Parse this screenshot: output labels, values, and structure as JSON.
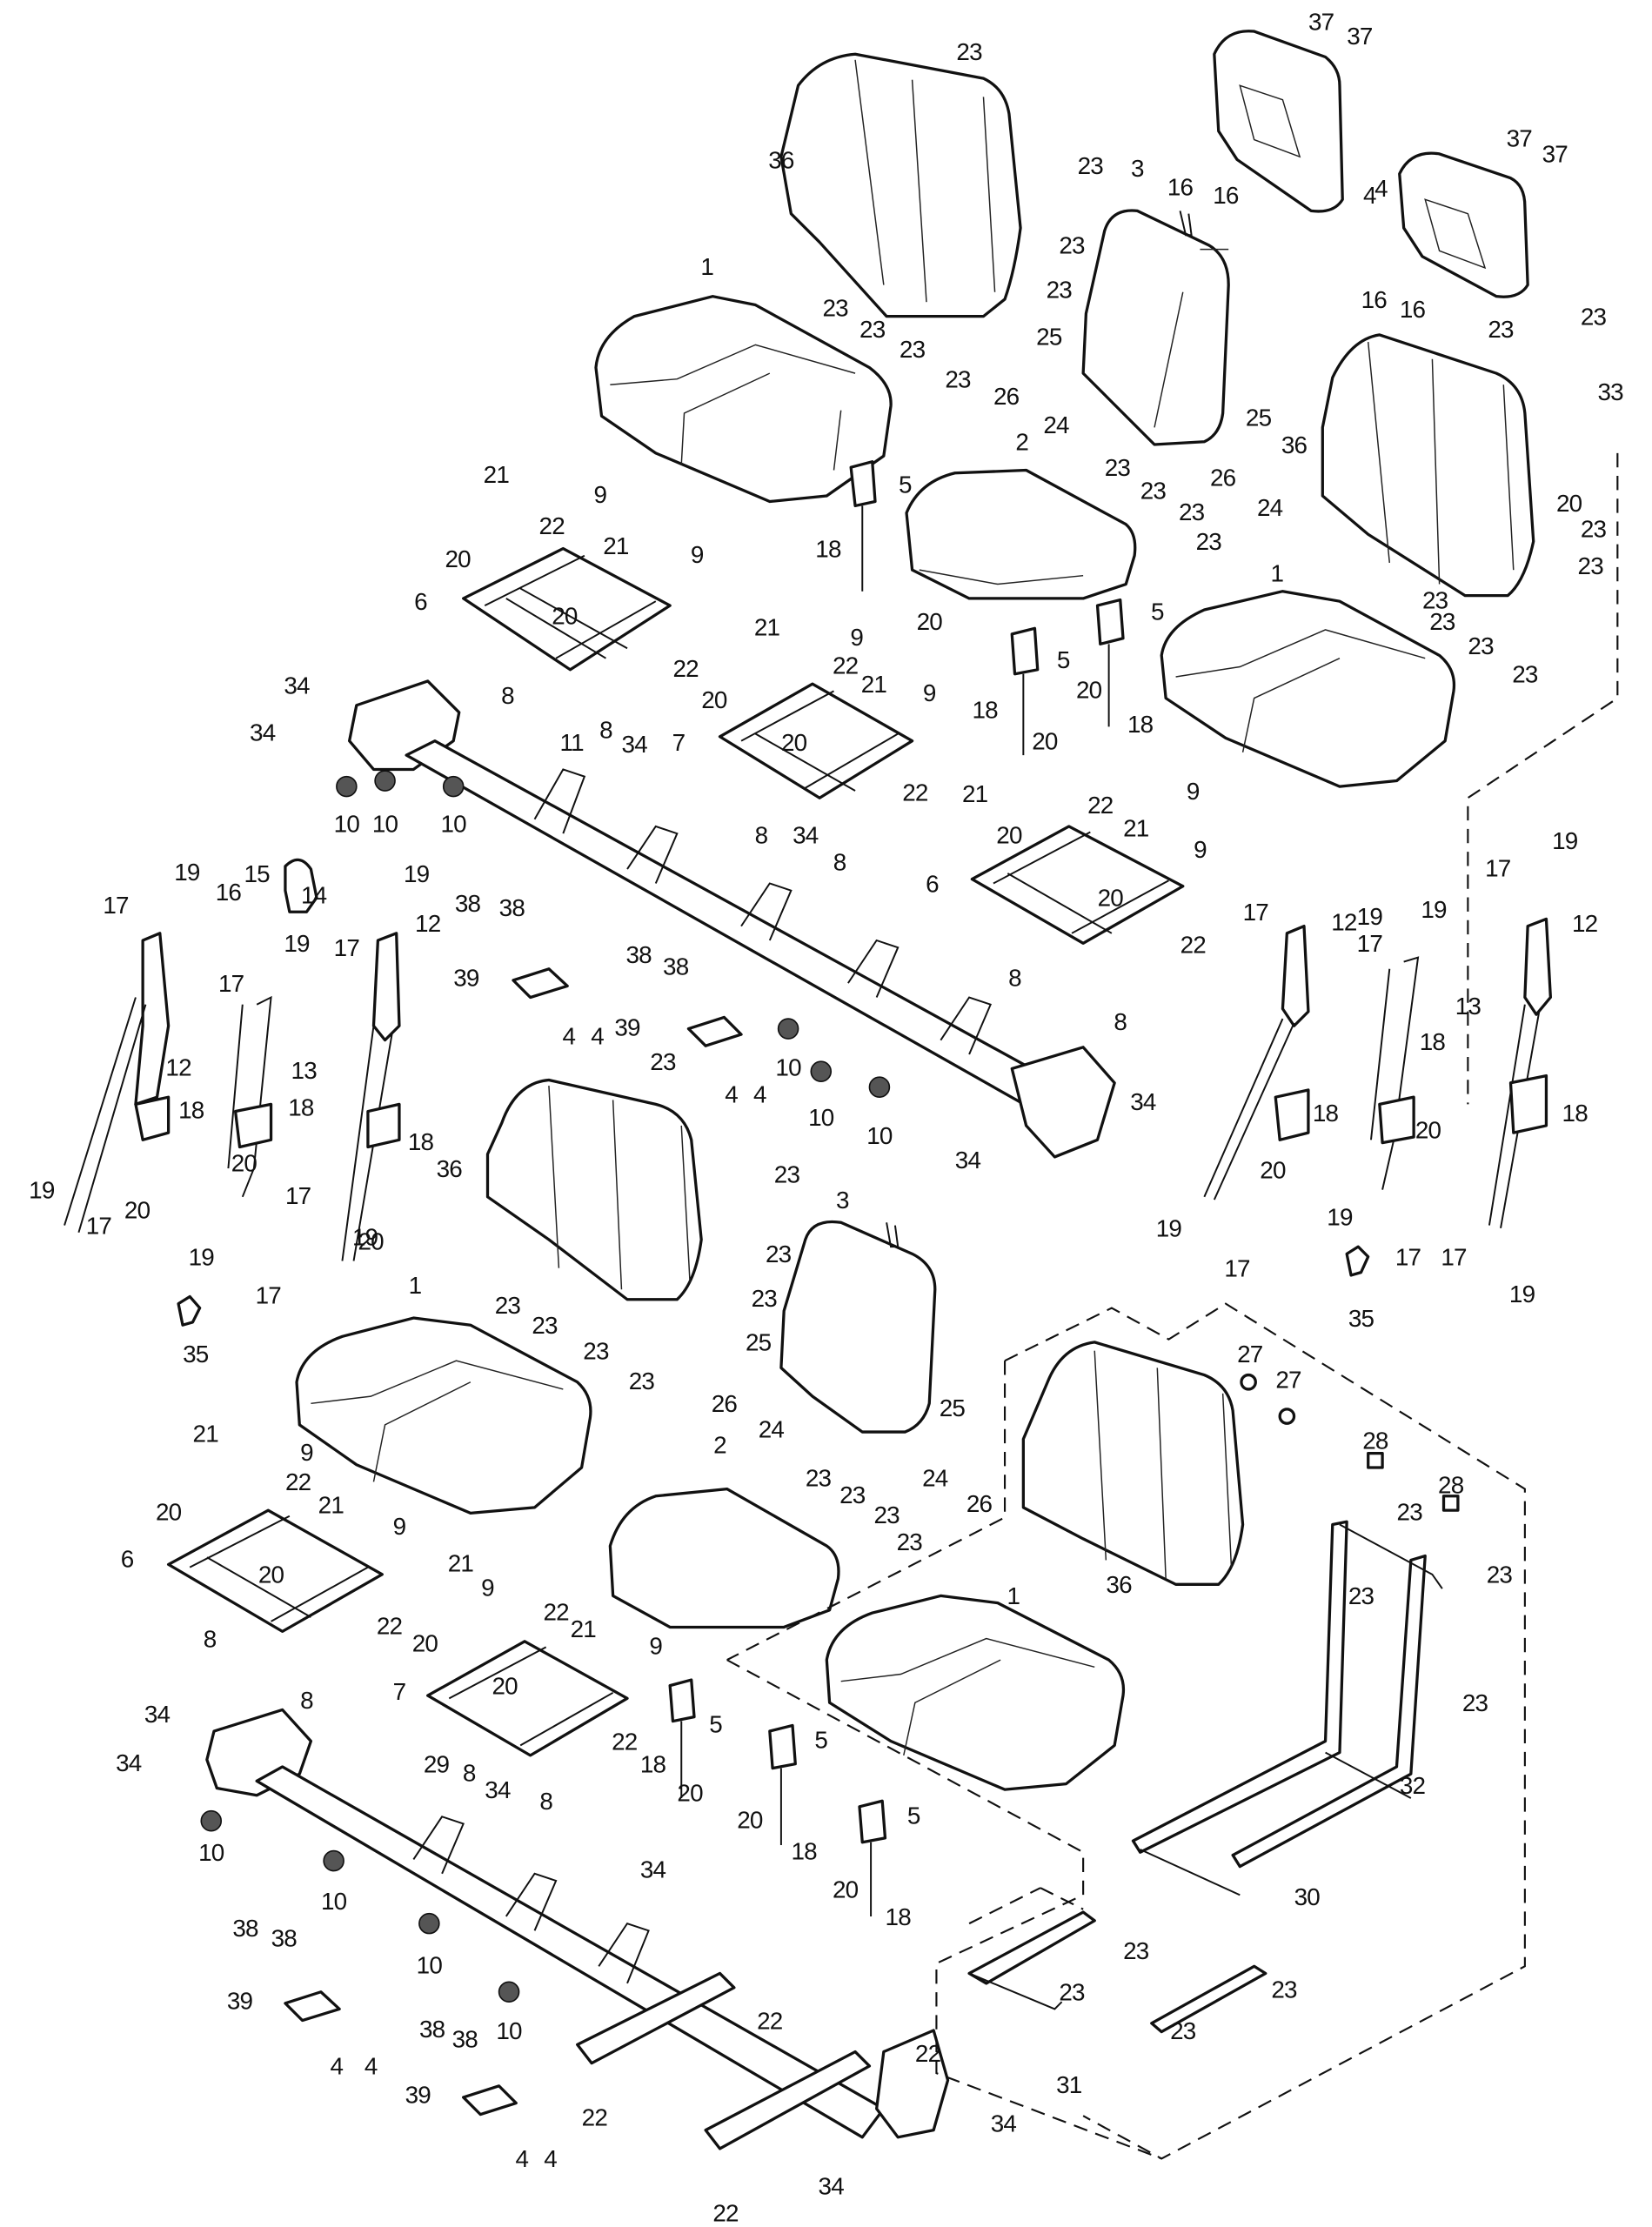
{
  "diagram": {
    "title": "Seat assembly exploded parts diagram",
    "callouts": [
      "23",
      "36",
      "23",
      "23",
      "23",
      "1",
      "23",
      "23",
      "23",
      "23",
      "37",
      "37",
      "4",
      "16",
      "16",
      "37",
      "37",
      "4",
      "16",
      "16",
      "3",
      "26",
      "25",
      "24",
      "2",
      "23",
      "23",
      "23",
      "23",
      "26",
      "25",
      "24",
      "36",
      "23",
      "23",
      "33",
      "20",
      "23",
      "23",
      "1",
      "23",
      "23",
      "23",
      "23",
      "5",
      "18",
      "20",
      "5",
      "5",
      "20",
      "18",
      "18",
      "20",
      "21",
      "9",
      "22",
      "21",
      "9",
      "20",
      "6",
      "20",
      "22",
      "8",
      "8",
      "34",
      "34",
      "11",
      "34",
      "21",
      "9",
      "22",
      "21",
      "9",
      "20",
      "7",
      "20",
      "22",
      "8",
      "8",
      "34",
      "21",
      "9",
      "22",
      "21",
      "9",
      "20",
      "6",
      "20",
      "22",
      "8",
      "8",
      "10",
      "10",
      "10",
      "19",
      "17",
      "15",
      "16",
      "14",
      "19",
      "17",
      "12",
      "12",
      "19",
      "17",
      "13",
      "38",
      "38",
      "39",
      "4",
      "4",
      "38",
      "38",
      "39",
      "4",
      "4",
      "10",
      "10",
      "10",
      "18",
      "18",
      "20",
      "18",
      "20",
      "20",
      "19",
      "17",
      "19",
      "17",
      "17",
      "19",
      "35",
      "23",
      "36",
      "23",
      "23",
      "23",
      "34",
      "34",
      "17",
      "19",
      "12",
      "19",
      "17",
      "13",
      "18",
      "20",
      "18",
      "20",
      "19",
      "17",
      "19",
      "17",
      "35",
      "17",
      "19",
      "12",
      "18",
      "17",
      "19",
      "3",
      "1",
      "23",
      "23",
      "23",
      "23",
      "26",
      "25",
      "24",
      "25",
      "24",
      "26",
      "2",
      "23",
      "23",
      "23",
      "23",
      "21",
      "9",
      "22",
      "21",
      "9",
      "20",
      "6",
      "20",
      "22",
      "8",
      "8",
      "21",
      "9",
      "22",
      "21",
      "9",
      "20",
      "7",
      "20",
      "22",
      "8",
      "8",
      "34",
      "34",
      "29",
      "34",
      "10",
      "10",
      "10",
      "10",
      "38",
      "38",
      "39",
      "4",
      "4",
      "38",
      "38",
      "39",
      "4",
      "4",
      "5",
      "18",
      "20",
      "5",
      "20",
      "18",
      "5",
      "20",
      "18",
      "34",
      "22",
      "22",
      "22",
      "22",
      "34",
      "34",
      "27",
      "27",
      "28",
      "28",
      "23",
      "23",
      "36",
      "1",
      "23",
      "23",
      "32",
      "30",
      "23",
      "23",
      "23",
      "23",
      "31"
    ]
  }
}
